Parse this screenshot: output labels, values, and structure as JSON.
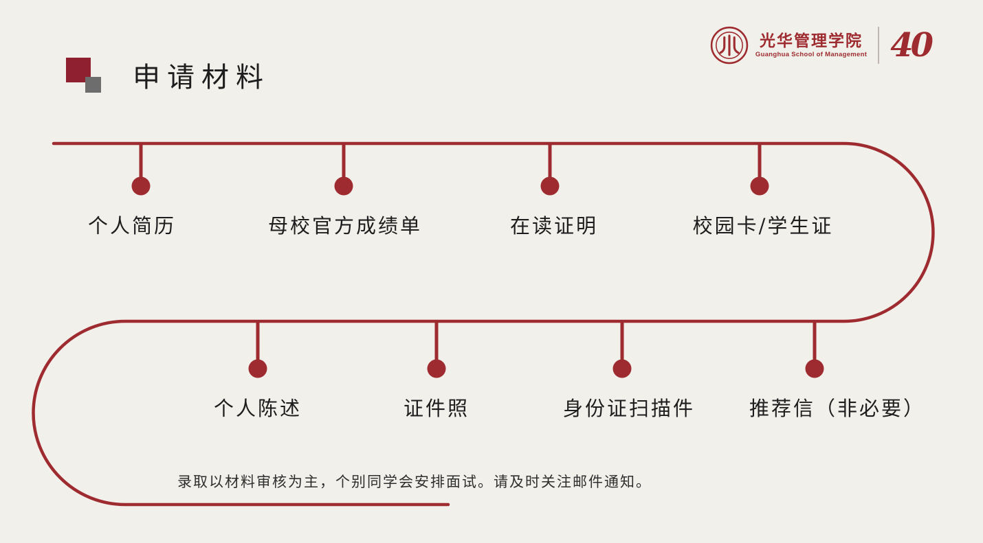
{
  "slide": {
    "title": "申请材料",
    "header_logo": {
      "school_name_cn": "光华管理学院",
      "school_name_en": "Guanghua School of Management",
      "anniversary_mark": "40"
    },
    "timeline": {
      "top_row": [
        {
          "label": "个人简历"
        },
        {
          "label": "母校官方成绩单"
        },
        {
          "label": "在读证明"
        },
        {
          "label": "校园卡/学生证"
        }
      ],
      "bottom_row": [
        {
          "label": "个人陈述"
        },
        {
          "label": "证件照"
        },
        {
          "label": "身份证扫描件"
        },
        {
          "label": "推荐信（非必要）"
        }
      ],
      "note": "录取以材料审核为主，个别同学会安排面试。请及时关注邮件通知。"
    },
    "colors": {
      "accent": "#9e2b30",
      "background": "#f2f0ea",
      "gray-square": "#6d6d6d",
      "title-square": "#8e2030",
      "text": "#1d1d1d"
    }
  }
}
